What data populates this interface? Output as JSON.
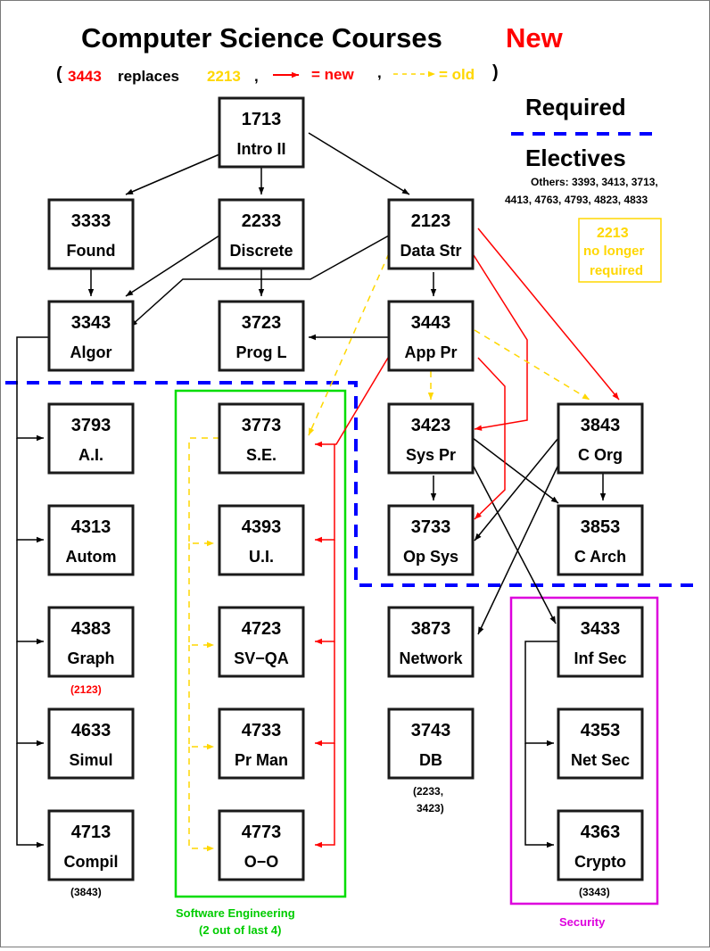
{
  "title": {
    "main": "Computer Science Courses",
    "new_tag": "New"
  },
  "legend": {
    "open_paren": "(",
    "new_course": "3443",
    "replaces": "replaces",
    "old_course": "2213",
    "comma1": ",",
    "new_label": "= new",
    "comma2": ",",
    "old_label": "= old",
    "close_paren": ")"
  },
  "sections": {
    "required": "Required",
    "electives": "Electives",
    "others_line1": "Others: 3393, 3413, 3713,",
    "others_line2": "4413, 4763, 4793, 4823, 4833"
  },
  "removed_note": {
    "course": "2213",
    "line1": "no longer",
    "line2": "required"
  },
  "colors": {
    "new": "#ff0000",
    "old": "#ffd700",
    "divider": "#0000ff",
    "software_engineering": "#00dd00",
    "security": "#dd00dd",
    "edge": "#000000"
  },
  "courses": [
    {
      "id": "c1713",
      "num": "1713",
      "name": "Intro II"
    },
    {
      "id": "c3333",
      "num": "3333",
      "name": "Found"
    },
    {
      "id": "c2233",
      "num": "2233",
      "name": "Discrete"
    },
    {
      "id": "c2123",
      "num": "2123",
      "name": "Data Str"
    },
    {
      "id": "c3343",
      "num": "3343",
      "name": "Algor"
    },
    {
      "id": "c3723",
      "num": "3723",
      "name": "Prog L"
    },
    {
      "id": "c3443",
      "num": "3443",
      "name": "App Pr",
      "is_new": true
    },
    {
      "id": "c3793",
      "num": "3793",
      "name": "A.I."
    },
    {
      "id": "c4313",
      "num": "4313",
      "name": "Autom"
    },
    {
      "id": "c4383",
      "num": "4383",
      "name": "Graph",
      "prereq_note": "(2123)",
      "note_color": "red"
    },
    {
      "id": "c4633",
      "num": "4633",
      "name": "Simul"
    },
    {
      "id": "c4713",
      "num": "4713",
      "name": "Compil",
      "prereq_note": "(3843)"
    },
    {
      "id": "c3773",
      "num": "3773",
      "name": "S.E."
    },
    {
      "id": "c4393",
      "num": "4393",
      "name": "U.I."
    },
    {
      "id": "c4723",
      "num": "4723",
      "name": "SV−QA"
    },
    {
      "id": "c4733",
      "num": "4733",
      "name": "Pr Man"
    },
    {
      "id": "c4773",
      "num": "4773",
      "name": "O−O"
    },
    {
      "id": "c3423",
      "num": "3423",
      "name": "Sys Pr"
    },
    {
      "id": "c3843",
      "num": "3843",
      "name": "C Org"
    },
    {
      "id": "c3733",
      "num": "3733",
      "name": "Op Sys"
    },
    {
      "id": "c3853",
      "num": "3853",
      "name": "C Arch"
    },
    {
      "id": "c3873",
      "num": "3873",
      "name": "Network"
    },
    {
      "id": "c3743",
      "num": "3743",
      "name": "DB",
      "prereq_note_line1": "(2233,",
      "prereq_note_line2": "3423)"
    },
    {
      "id": "c3433",
      "num": "3433",
      "name": "Inf Sec"
    },
    {
      "id": "c4353",
      "num": "4353",
      "name": "Net Sec"
    },
    {
      "id": "c4363",
      "num": "4363",
      "name": "Crypto",
      "prereq_note": "(3343)"
    }
  ],
  "groups": {
    "software_engineering": {
      "label": "Software Engineering",
      "sublabel": "(2 out of last 4)"
    },
    "security": {
      "label": "Security"
    }
  },
  "edges": [
    {
      "from": "1713",
      "to": "3333",
      "kind": "solid"
    },
    {
      "from": "1713",
      "to": "2233",
      "kind": "solid"
    },
    {
      "from": "1713",
      "to": "2123",
      "kind": "solid"
    },
    {
      "from": "3333",
      "to": "3343",
      "kind": "solid"
    },
    {
      "from": "2233",
      "to": "3343",
      "kind": "solid"
    },
    {
      "from": "2123",
      "to": "3343",
      "kind": "solid"
    },
    {
      "from": "2233",
      "to": "3723",
      "kind": "solid"
    },
    {
      "from": "2123",
      "to": "3443",
      "kind": "solid"
    },
    {
      "from": "3443",
      "to": "3723",
      "kind": "solid"
    },
    {
      "from": "3343",
      "to": "3793",
      "kind": "solid"
    },
    {
      "from": "3343",
      "to": "4313",
      "kind": "solid"
    },
    {
      "from": "3343",
      "to": "4383",
      "kind": "solid"
    },
    {
      "from": "3343",
      "to": "4633",
      "kind": "solid"
    },
    {
      "from": "3343",
      "to": "4713",
      "kind": "solid"
    },
    {
      "from": "3423",
      "to": "3733",
      "kind": "solid"
    },
    {
      "from": "3423",
      "to": "3853",
      "kind": "solid"
    },
    {
      "from": "3423",
      "to": "3433",
      "kind": "solid"
    },
    {
      "from": "3843",
      "to": "3853",
      "kind": "solid"
    },
    {
      "from": "3843",
      "to": "3733",
      "kind": "solid"
    },
    {
      "from": "3843",
      "to": "3873",
      "kind": "solid"
    },
    {
      "from": "3433",
      "to": "4353",
      "kind": "solid"
    },
    {
      "from": "3433",
      "to": "4363",
      "kind": "solid"
    },
    {
      "from": "2123",
      "to": "3423",
      "kind": "new"
    },
    {
      "from": "2123",
      "to": "3843",
      "kind": "new"
    },
    {
      "from": "3443",
      "to": "3733",
      "kind": "new"
    },
    {
      "from": "3443",
      "to": "3773",
      "kind": "new"
    },
    {
      "from": "3443",
      "to": "4393",
      "kind": "new"
    },
    {
      "from": "3443",
      "to": "4723",
      "kind": "new"
    },
    {
      "from": "3443",
      "to": "4733",
      "kind": "new"
    },
    {
      "from": "3443",
      "to": "4773",
      "kind": "new"
    },
    {
      "from": "2123",
      "to": "3773",
      "kind": "old"
    },
    {
      "from": "3443",
      "to": "3423",
      "kind": "old"
    },
    {
      "from": "3443",
      "to": "3843",
      "kind": "old"
    },
    {
      "from": "3773",
      "to": "4393",
      "kind": "old"
    },
    {
      "from": "3773",
      "to": "4723",
      "kind": "old"
    },
    {
      "from": "3773",
      "to": "4733",
      "kind": "old"
    },
    {
      "from": "3773",
      "to": "4773",
      "kind": "old"
    }
  ]
}
